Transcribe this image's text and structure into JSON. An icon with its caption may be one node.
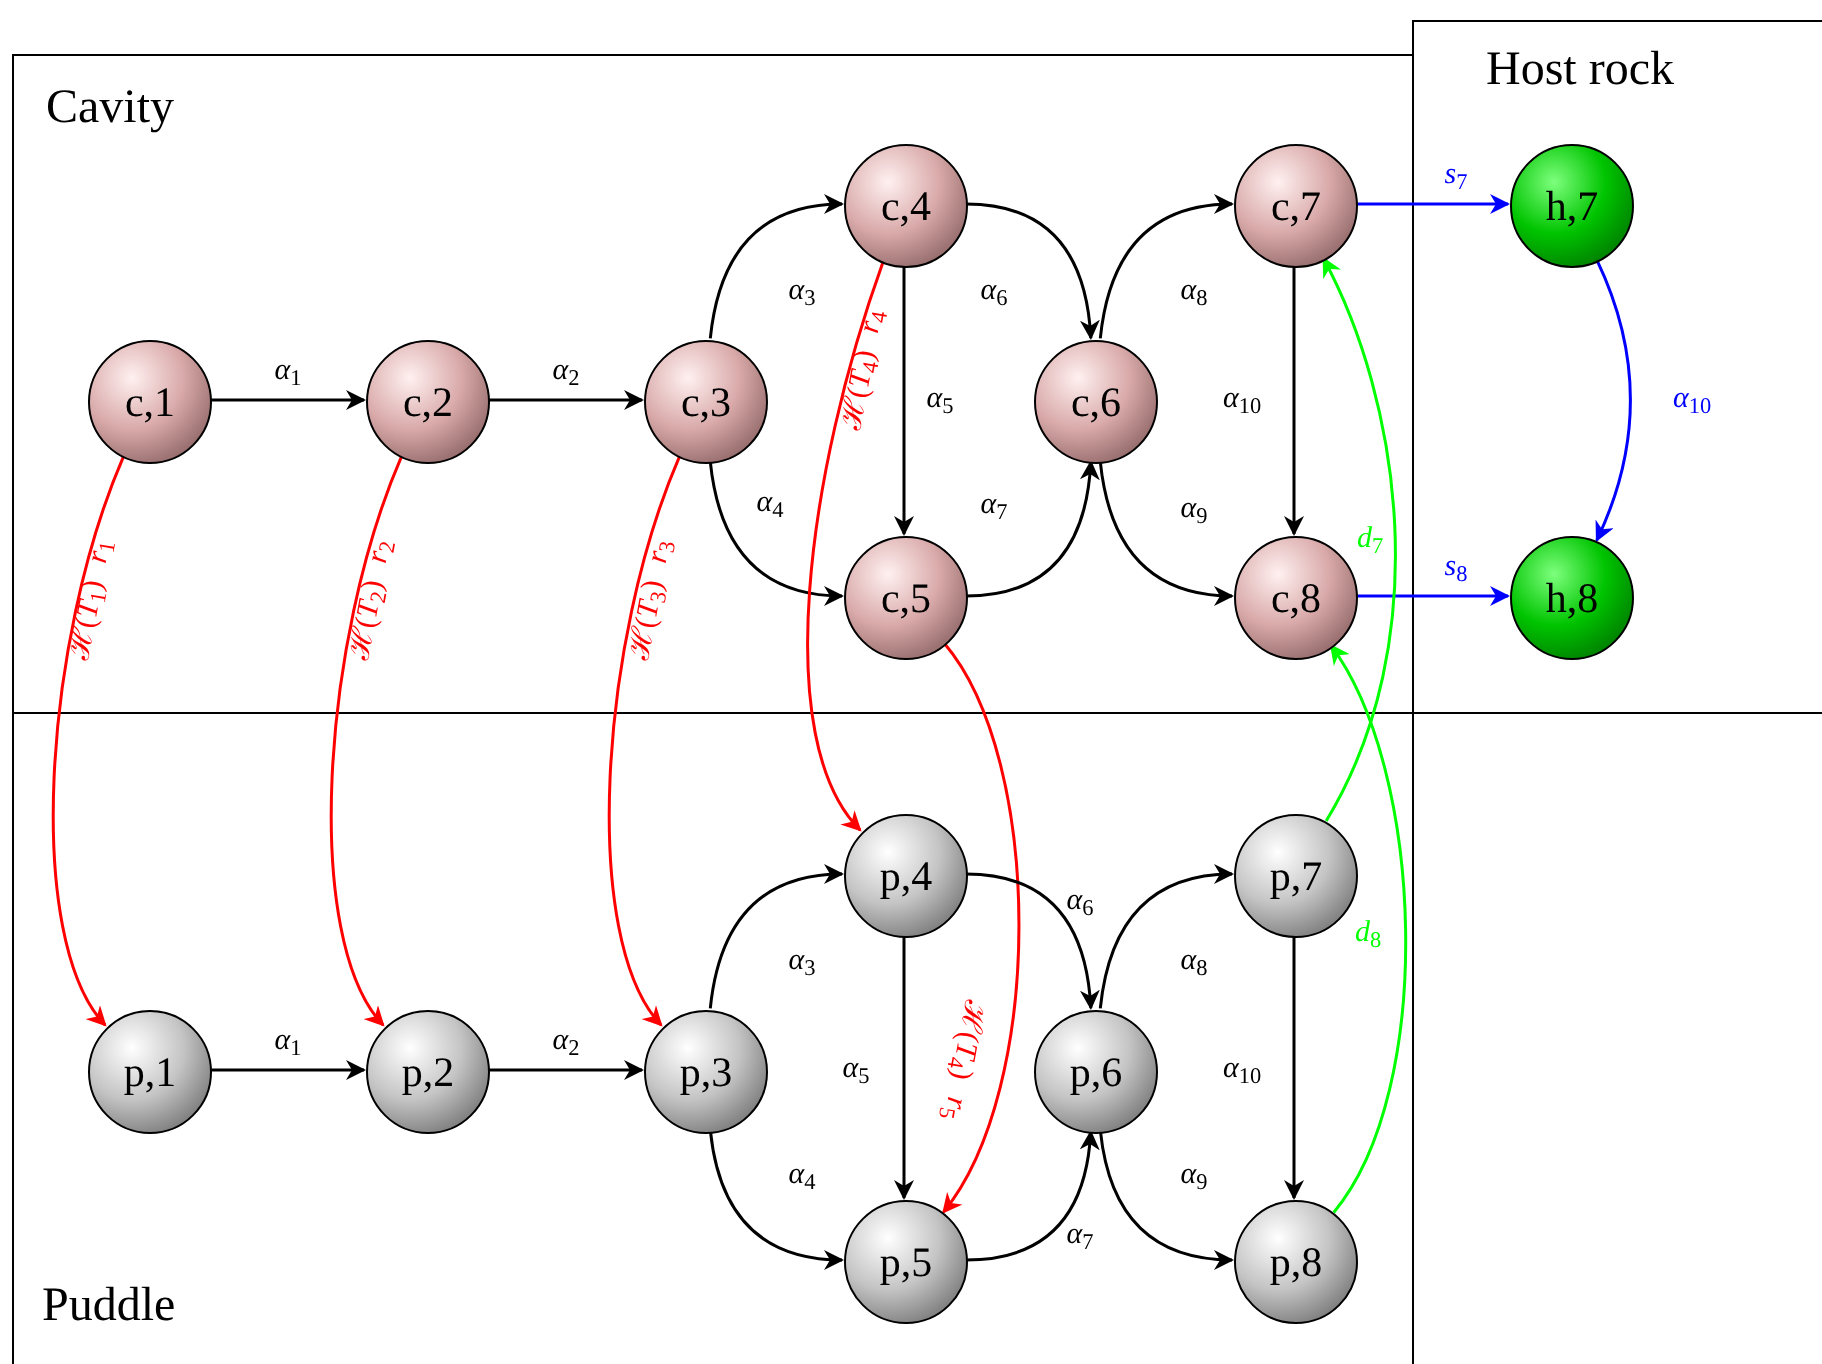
{
  "diagram": {
    "nodes": [
      {
        "text": [
          "Cavity"
        ]
      },
      {
        "text": [
          "c,1"
        ],
        "in": 0
      },
      {
        "text": [
          "c,2"
        ],
        "in": 0
      },
      {
        "text": [
          "c,3"
        ],
        "in": 0
      },
      {
        "text": [
          "c,4"
        ],
        "in": 0
      },
      {
        "text": [
          "c,5"
        ],
        "in": 0
      },
      {
        "text": [
          "c,6"
        ],
        "in": 0
      },
      {
        "text": [
          "c,7"
        ],
        "in": 0
      },
      {
        "text": [
          "c,8"
        ],
        "in": 0
      },
      {
        "text": [
          "Host rock"
        ]
      },
      {
        "text": [
          "h,7"
        ],
        "in": 9
      },
      {
        "text": [
          "h,8"
        ],
        "in": 9
      },
      {
        "text": [
          "Puddle"
        ]
      },
      {
        "text": [
          "p,1"
        ],
        "in": 12
      },
      {
        "text": [
          "p,2"
        ],
        "in": 12
      },
      {
        "text": [
          "p,3"
        ],
        "in": 12
      },
      {
        "text": [
          "p,4"
        ],
        "in": 12
      },
      {
        "text": [
          "p,5"
        ],
        "in": 12
      },
      {
        "text": [
          "p,6"
        ],
        "in": 12
      },
      {
        "text": [
          "p,7"
        ],
        "in": 12
      },
      {
        "text": [
          "p,8"
        ],
        "in": 12
      }
    ],
    "edges": [
      {
        "from": 1,
        "to": 2,
        "arrow": "to",
        "label": "*α*$_{1}$"
      },
      {
        "from": 2,
        "to": 3,
        "arrow": "to",
        "label": "*α*$_{2}$"
      },
      {
        "from": 3,
        "to": 4,
        "arrow": "to",
        "label": "*α*$_{3}$"
      },
      {
        "from": 3,
        "to": 5,
        "arrow": "to",
        "label": "*α*$_{4}$"
      },
      {
        "from": 4,
        "to": 5,
        "arrow": "to",
        "label": "*α*$_{5}$"
      },
      {
        "from": 4,
        "to": 6,
        "arrow": "to",
        "label": "*α*$_{6}$"
      },
      {
        "from": 5,
        "to": 6,
        "arrow": "to",
        "label": "*α*$_{7}$"
      },
      {
        "from": 6,
        "to": 7,
        "arrow": "to",
        "label": "*α*$_{8}$"
      },
      {
        "from": 6,
        "to": 8,
        "arrow": "to",
        "label": "*α*$_{9}$"
      },
      {
        "from": 7,
        "to": 8,
        "arrow": "to",
        "label": "*α*$_{10}$"
      },
      {
        "from": 7,
        "to": 10,
        "arrow": "to",
        "label": "*s*$_{7}$",
        "color": "#0000ff"
      },
      {
        "from": 8,
        "to": 11,
        "arrow": "to",
        "label": "*s*$_{8}$",
        "color": "#0000ff"
      },
      {
        "from": 10,
        "to": 11,
        "arrow": "to",
        "label": "*α*$_{10}$",
        "color": "#0000ff"
      },
      {
        "from": 1,
        "to": 13,
        "arrow": "to",
        "label": "ℋ(*T*$_{1}$) *r*$_{1}$",
        "color": "#ff0000"
      },
      {
        "from": 2,
        "to": 14,
        "arrow": "to",
        "label": "ℋ(*T*$_{2}$) *r*$_{2}$",
        "color": "#ff0000"
      },
      {
        "from": 3,
        "to": 15,
        "arrow": "to",
        "label": "ℋ(*T*$_{3}$) *r*$_{3}$",
        "color": "#ff0000"
      },
      {
        "from": 4,
        "to": 16,
        "arrow": "to",
        "label": "ℋ(*T*$_{4}$) *r*$_{4}$",
        "color": "#ff0000"
      },
      {
        "from": 5,
        "to": 17,
        "arrow": "to",
        "label": "ℋ(*T*$_{4}$) *r*$_{5}$",
        "color": "#ff0000"
      },
      {
        "from": 19,
        "to": 7,
        "arrow": "to",
        "label": "*d*$_{7}$",
        "color": "#00ff00"
      },
      {
        "from": 20,
        "to": 8,
        "arrow": "to",
        "label": "*d*$_{8}$",
        "color": "#00ff00"
      },
      {
        "from": 13,
        "to": 14,
        "arrow": "to",
        "label": "*α*$_{1}$"
      },
      {
        "from": 14,
        "to": 15,
        "arrow": "to",
        "label": "*α*$_{2}$"
      },
      {
        "from": 15,
        "to": 16,
        "arrow": "to",
        "label": "*α*$_{3}$"
      },
      {
        "from": 15,
        "to": 17,
        "arrow": "to",
        "label": "*α*$_{4}$"
      },
      {
        "from": 16,
        "to": 17,
        "arrow": "to",
        "label": "*α*$_{5}$"
      },
      {
        "from": 16,
        "to": 18,
        "arrow": "to",
        "label": "*α*$_{6}$"
      },
      {
        "from": 17,
        "to": 18,
        "arrow": "to",
        "label": "*α*$_{7}$"
      },
      {
        "from": 18,
        "to": 19,
        "arrow": "to",
        "label": "*α*$_{8}$"
      },
      {
        "from": 18,
        "to": 20,
        "arrow": "to",
        "label": "*α*$_{9}$"
      },
      {
        "from": 19,
        "to": 20,
        "arrow": "to",
        "label": "*α*$_{10}$"
      }
    ]
  }
}
